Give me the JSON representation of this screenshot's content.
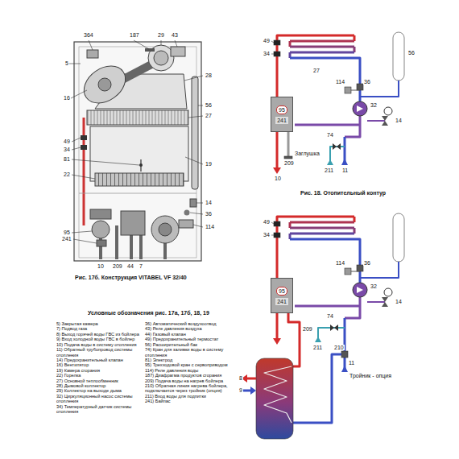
{
  "diagram": {
    "nodes": [
      {
        "text": [
          "95",
          "241"
        ]
      },
      {
        "text": [
          "95",
          "241"
        ]
      }
    ],
    "labels": [
      "364",
      "187",
      "29",
      "43",
      "5",
      "16",
      "28",
      "56",
      "27",
      "49",
      "34",
      "81",
      "19",
      "22",
      "14",
      "36",
      "114",
      "95",
      "241",
      "10",
      "209",
      "44",
      "7",
      "Рис. 17б. Конструкция VITABEL VF 32/40",
      "Условные обозначения рис. 17а, 17б, 18, 19",
      "5) Закрытая камера",
      "7) Подвод газа",
      "8) Выход горячей воды ГВС из бойлера",
      "9) Вход холодной воды ГВС в бойлер",
      "10) Подача воды в систему отопления",
      "11) Обратный трубопровод системы отопления",
      "14) Предохранительный клапан",
      "16) Вентилятор",
      "19) Камера сгорания",
      "22) Горелка",
      "27) Основной теплообменник",
      "28) Дымовой коллектор",
      "29) Коллектор на выходе дыма",
      "32) Циркуляционный насос системы отопления",
      "34) Температурный датчик системы отопления",
      "36) Автоматический воздухоотвод",
      "43) Реле давления воздуха",
      "44) Газовый клапан",
      "49) Предохранительный термостат",
      "56) Расширительный бак",
      "74) Кран для заливки воды в систему отопления",
      "81) Электрод",
      "95) Трехходовой кран с сервоприводом",
      "114) Реле давления воды",
      "187) Диафрагма продуктов сгорания",
      "209) Подача воды на нагрев бойлера",
      "210) Обратная линия нагрева бойлера, подключается через тройник (опция)",
      "211) Вход воды для подпитки",
      "241) Байпас",
      "49",
      "34",
      "27",
      "56",
      "114",
      "36",
      "32",
      "14",
      "74",
      "211",
      "11",
      "10",
      "209",
      "Заглушка",
      "Рис. 18. Отопительный контур",
      "49",
      "34",
      "114",
      "36",
      "32",
      "14",
      "74",
      "209",
      "211",
      "210",
      "11",
      "Тройник - опция",
      "8",
      "9"
    ]
  }
}
